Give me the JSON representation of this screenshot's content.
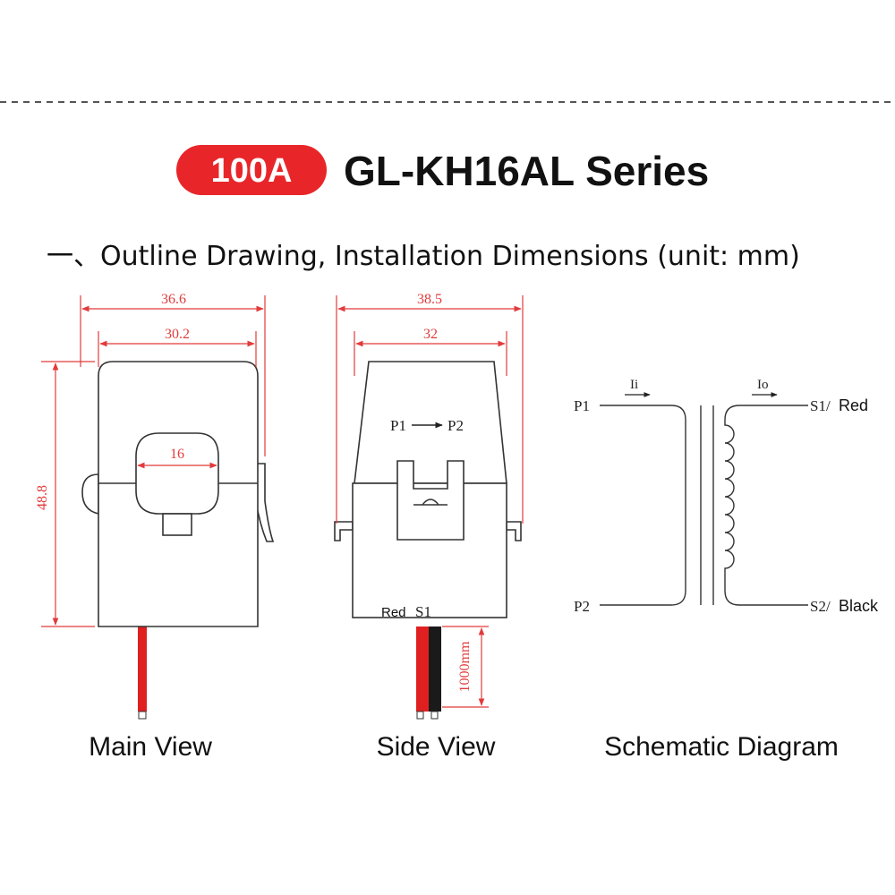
{
  "header": {
    "badge": "100A",
    "title": "GL-KH16AL Series",
    "subtitle": "一、Outline Drawing, Installation Dimensions (unit: mm)"
  },
  "colors": {
    "badge": "#e8262a",
    "dimension": "#e23b3b",
    "red_wire": "#e02020",
    "black_wire": "#1a1a1a"
  },
  "main_view": {
    "caption": "Main View",
    "dims": {
      "outer_width": "36.6",
      "inner_width": "30.2",
      "opening": "16",
      "height": "48.8"
    }
  },
  "side_view": {
    "caption": "Side View",
    "dims": {
      "outer_width": "38.5",
      "inner_width": "32",
      "lead_length": "1000mm"
    },
    "direction_label": "P1 ── P2",
    "lead_label": {
      "color": "Red",
      "terminal": "S1"
    }
  },
  "schematic": {
    "caption": "Schematic Diagram",
    "p1": "P1",
    "p2": "P2",
    "i_in": "Ii",
    "i_out": "Io",
    "s1": "S1/",
    "s1_color": "Red",
    "s2": "S2/",
    "s2_color": "Black"
  }
}
